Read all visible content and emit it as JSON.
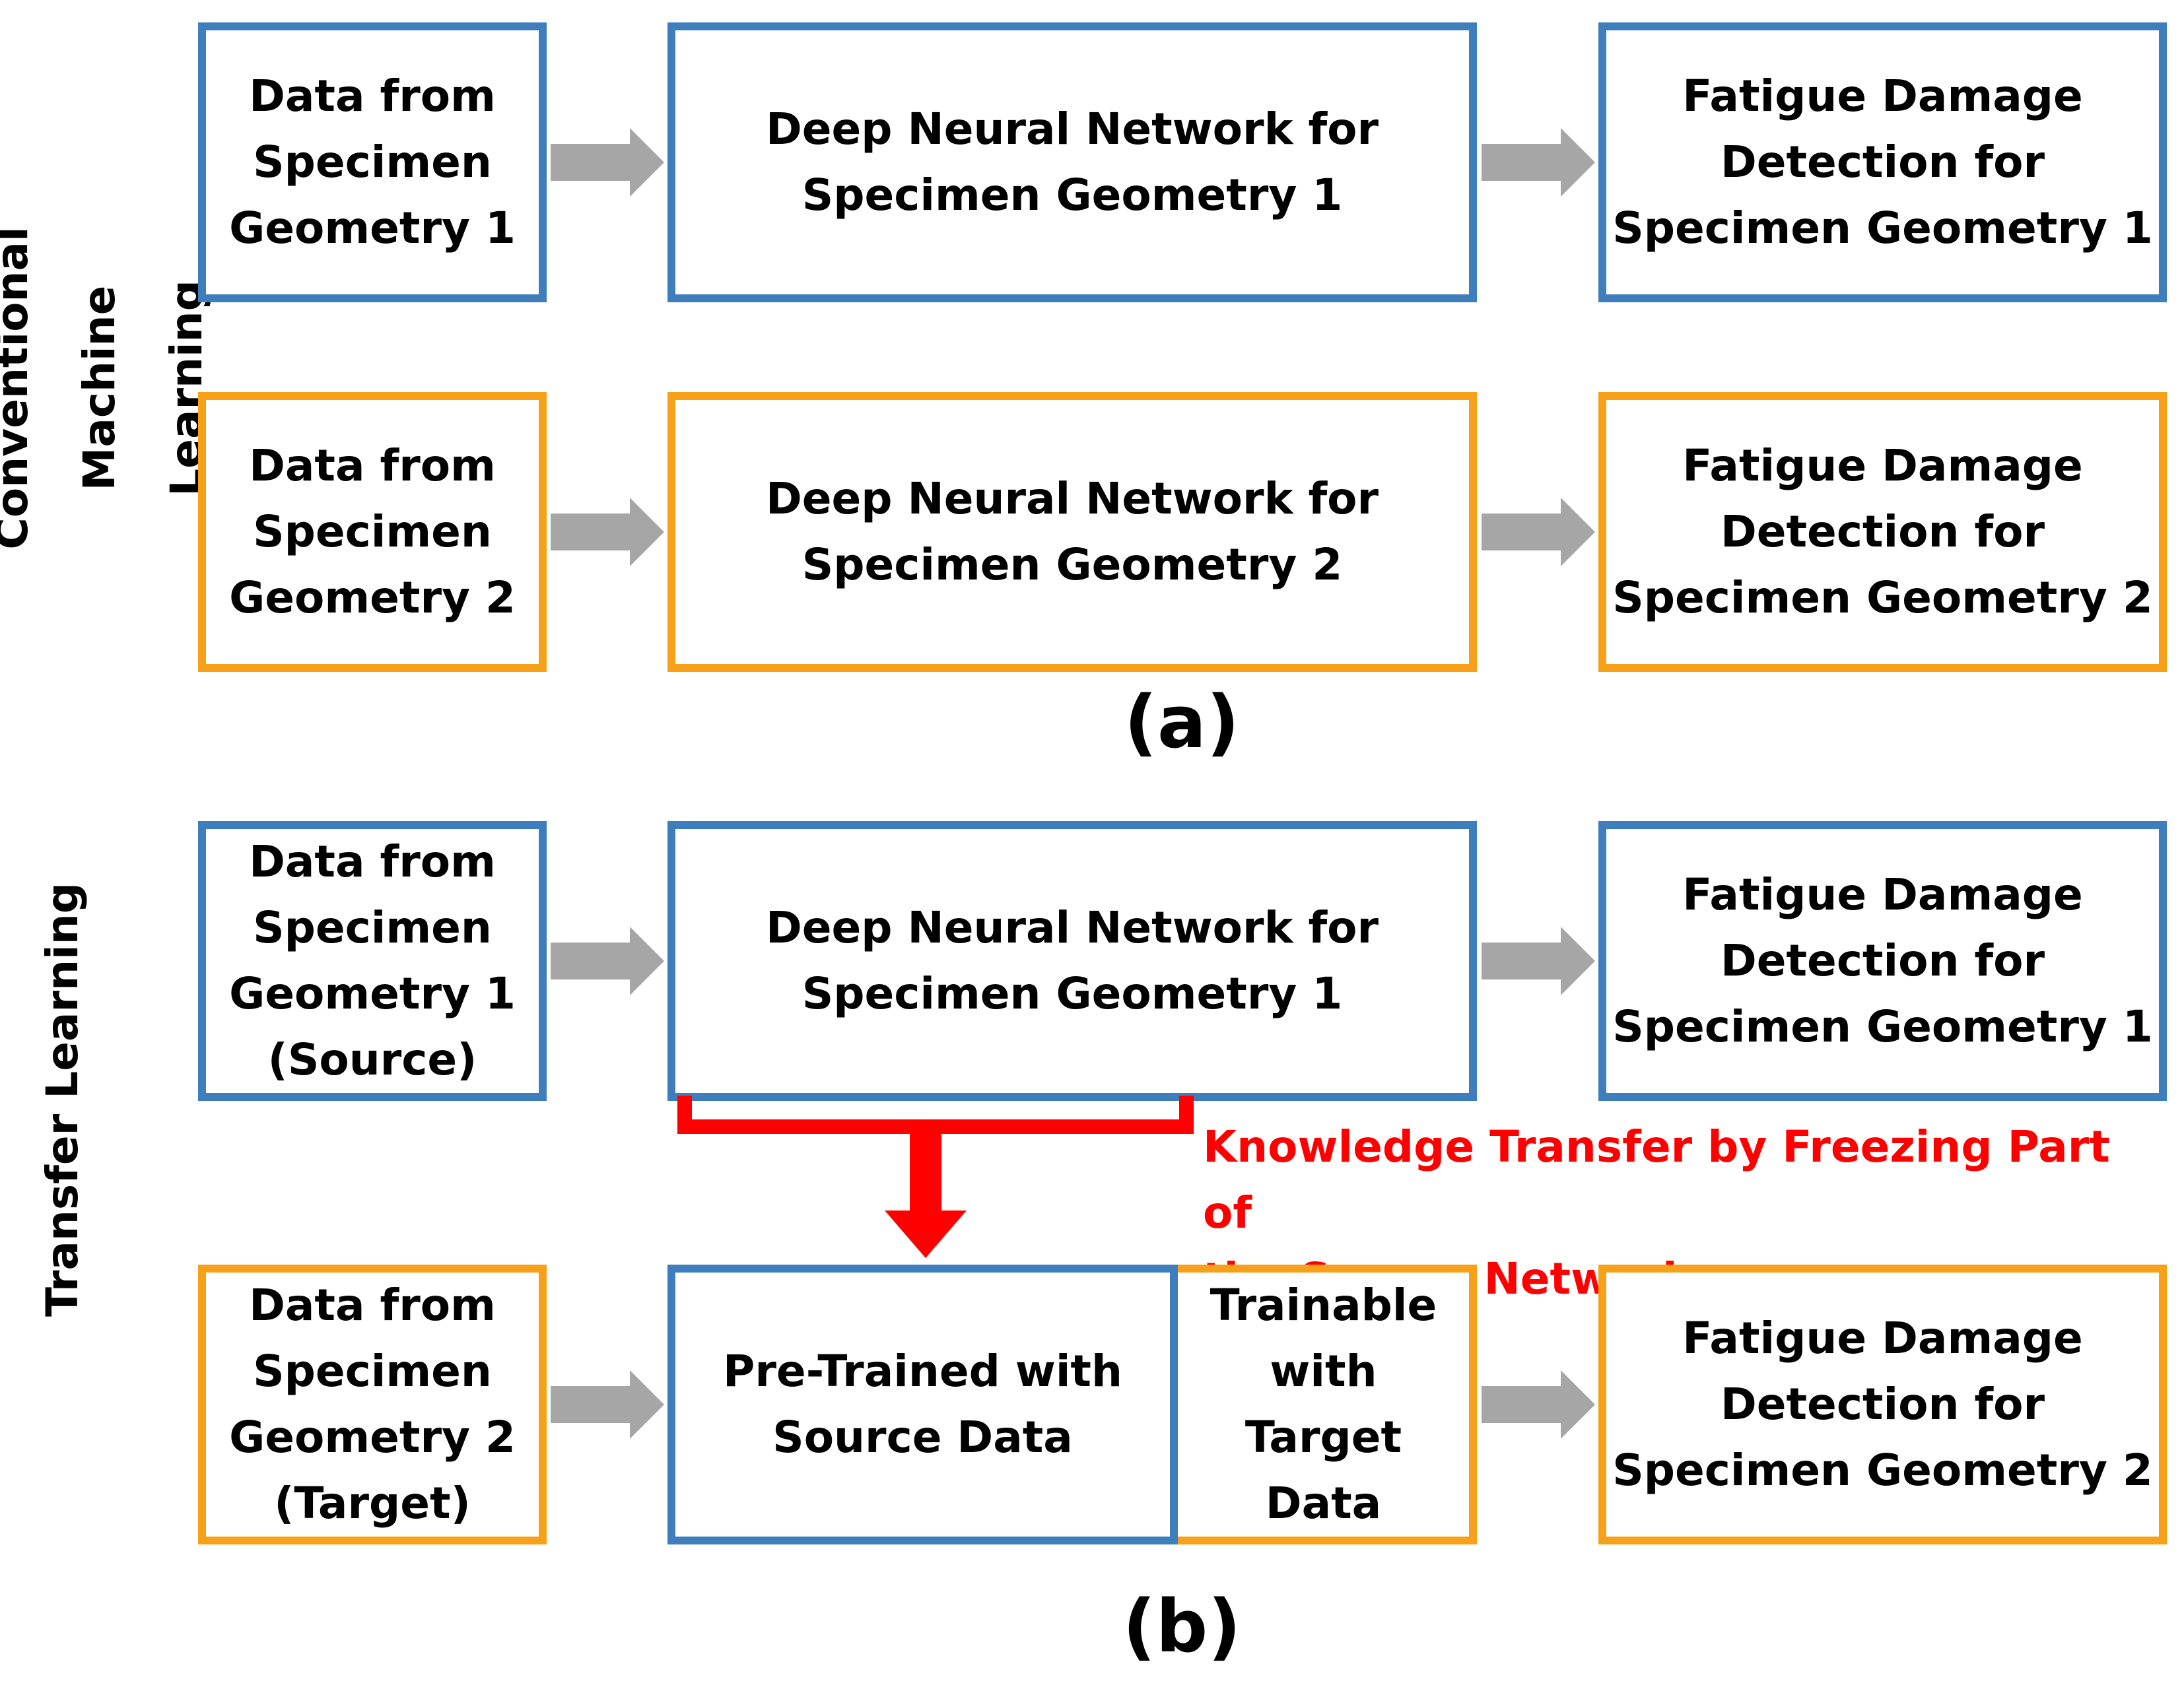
{
  "colors": {
    "source": "#3f7ebc",
    "target": "#f7a11a",
    "transfer": "#ff0000",
    "arrow": "#a6a6a6"
  },
  "section_a": {
    "side_label": "Conventional Machine\nLearning",
    "panel_label": "(a)",
    "row1": {
      "data": "Data from\nSpecimen\nGeometry 1",
      "network": "Deep Neural Network for\nSpecimen Geometry 1",
      "output": "Fatigue Damage\nDetection for\nSpecimen Geometry 1"
    },
    "row2": {
      "data": "Data from\nSpecimen\nGeometry 2",
      "network": "Deep Neural Network for\nSpecimen Geometry 2",
      "output": "Fatigue Damage\nDetection for\nSpecimen Geometry 2"
    }
  },
  "section_b": {
    "side_label": "Transfer Learning",
    "panel_label": "(b)",
    "row1": {
      "data": "Data from\nSpecimen\nGeometry 1\n(Source)",
      "network": "Deep Neural Network for\nSpecimen Geometry 1",
      "output": "Fatigue Damage\nDetection for\nSpecimen Geometry 1"
    },
    "transfer_note": "Knowledge Transfer by Freezing Part of\nthe Source Network",
    "row2": {
      "data": "Data from\nSpecimen\nGeometry 2\n(Target)",
      "pretrained": "Pre-Trained with\nSource Data",
      "trainable": "Trainable\nwith\nTarget\nData",
      "output": "Fatigue Damage\nDetection for\nSpecimen Geometry 2"
    }
  }
}
